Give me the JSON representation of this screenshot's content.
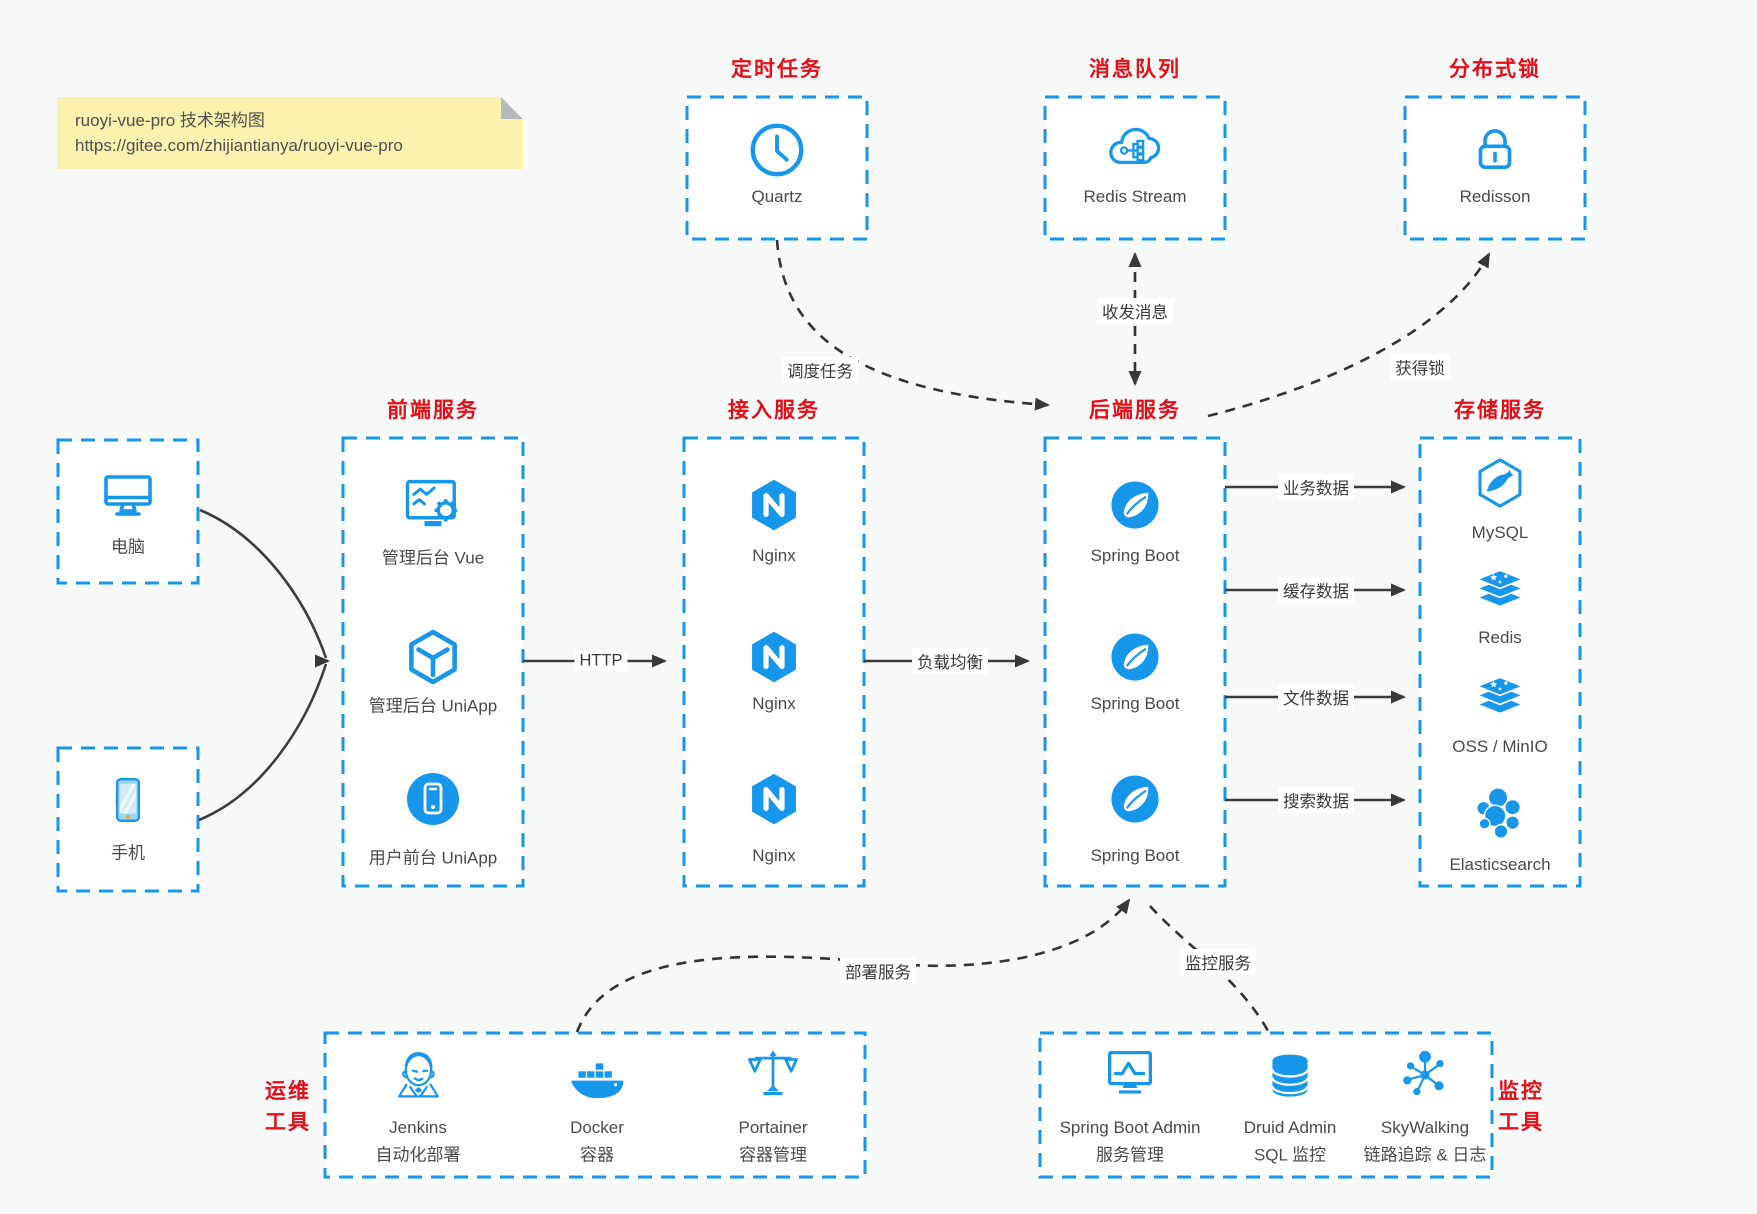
{
  "colors": {
    "blue": "#1697ec",
    "red": "#e60d17",
    "arrow_dark": "#3d3d3d",
    "note_bg": "#faf2ae"
  },
  "note": {
    "line1": "ruoyi-vue-pro 技术架构图",
    "line2": "https://gitee.com/zhijiantianya/ruoyi-vue-pro"
  },
  "top": [
    {
      "title": "定时任务",
      "label": "Quartz",
      "icon": "clock-icon"
    },
    {
      "title": "消息队列",
      "label": "Redis Stream",
      "icon": "cloud-share-icon"
    },
    {
      "title": "分布式锁",
      "label": "Redisson",
      "icon": "lock-icon"
    }
  ],
  "clients": [
    {
      "label": "电脑",
      "icon": "desktop-icon"
    },
    {
      "label": "手机",
      "icon": "smartphone-icon"
    }
  ],
  "frontend": {
    "title": "前端服务",
    "items": [
      {
        "label": "管理后台 Vue",
        "icon": "admin-vue-icon"
      },
      {
        "label": "管理后台 UniApp",
        "icon": "uniapp-cube-icon"
      },
      {
        "label": "用户前台 UniApp",
        "icon": "user-uniapp-icon"
      }
    ]
  },
  "gateway": {
    "title": "接入服务",
    "items": [
      {
        "label": "Nginx",
        "icon": "nginx-icon"
      },
      {
        "label": "Nginx",
        "icon": "nginx-icon"
      },
      {
        "label": "Nginx",
        "icon": "nginx-icon"
      }
    ]
  },
  "backend": {
    "title": "后端服务",
    "items": [
      {
        "label": "Spring Boot",
        "icon": "spring-boot-icon"
      },
      {
        "label": "Spring Boot",
        "icon": "spring-boot-icon"
      },
      {
        "label": "Spring Boot",
        "icon": "spring-boot-icon"
      }
    ]
  },
  "storage": {
    "title": "存储服务",
    "items": [
      {
        "label": "MySQL",
        "icon": "mysql-icon"
      },
      {
        "label": "Redis",
        "icon": "redis-icon"
      },
      {
        "label": "OSS / MinIO",
        "icon": "oss-minio-icon"
      },
      {
        "label": "Elasticsearch",
        "icon": "elasticsearch-icon"
      }
    ]
  },
  "edges": {
    "http": "HTTP",
    "load_balance": "负载均衡",
    "schedule": "调度任务",
    "message": "收发消息",
    "lock": "获得锁",
    "business": "业务数据",
    "cache": "缓存数据",
    "file": "文件数据",
    "search": "搜索数据",
    "deploy": "部署服务",
    "monitor": "监控服务"
  },
  "ops": {
    "title": [
      "运维",
      "工具"
    ],
    "items": [
      {
        "name": "Jenkins",
        "desc": "自动化部署",
        "icon": "jenkins-icon"
      },
      {
        "name": "Docker",
        "desc": "容器",
        "icon": "docker-icon"
      },
      {
        "name": "Portainer",
        "desc": "容器管理",
        "icon": "portainer-icon"
      }
    ]
  },
  "monitoring": {
    "title": [
      "监控",
      "工具"
    ],
    "items": [
      {
        "name": "Spring Boot Admin",
        "desc": "服务管理",
        "icon": "spring-boot-admin-icon"
      },
      {
        "name": "Druid Admin",
        "desc": "SQL 监控",
        "icon": "druid-icon"
      },
      {
        "name": "SkyWalking",
        "desc": "链路追踪 & 日志",
        "icon": "skywalking-icon"
      }
    ]
  }
}
